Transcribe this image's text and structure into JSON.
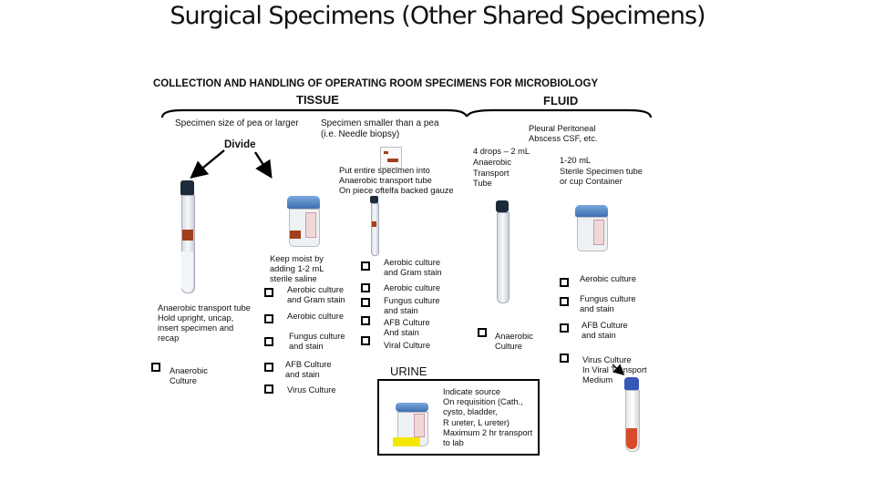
{
  "title": "Surgical Specimens (Other Shared Specimens)",
  "header": "COLLECTION AND HANDLING OF OPERATING ROOM SPECIMENS FOR MICROBIOLOGY",
  "tissue": {
    "label": "TISSUE",
    "pea_or_larger": "Specimen size of pea or larger",
    "smaller_line1": "Specimen smaller than a  pea",
    "smaller_line2": "(i.e. Needle biopsy)",
    "divide": "Divide",
    "put_entire_1": "Put entire specimen into",
    "put_entire_2": "Anaerobic transport tube",
    "put_entire_3": "On piece oftelfa backed gauze",
    "anaerobic_tube_1": "Anaerobic transport tube",
    "anaerobic_tube_2": "Hold upright, uncap,",
    "anaerobic_tube_3": " insert specimen and",
    "anaerobic_tube_4": "recap",
    "anaerobic_culture_1": "Anaerobic",
    "anaerobic_culture_2": "Culture",
    "keep_moist_1": "Keep moist by",
    "keep_moist_2": "adding 1-2 mL",
    "keep_moist_3": "sterile saline",
    "cup_aerobic_1": "Aerobic culture",
    "cup_aerobic_2": "and Gram stain",
    "cup_aerobic_only": "Aerobic culture",
    "cup_fungus_1": "Fungus culture",
    "cup_fungus_2": "and  stain",
    "cup_afb_1": "AFB Culture",
    "cup_afb_2": "and stain",
    "cup_virus": "Virus Culture",
    "small_aerobic_1": "Aerobic culture",
    "small_aerobic_2": "and Gram stain",
    "small_aerobic_only": "Aerobic culture",
    "small_fungus_1": "Fungus culture",
    "small_fungus_2": "and  stain",
    "small_afb_1": "AFB Culture",
    "small_afb_2": "And stain",
    "small_viral": "Viral Culture"
  },
  "fluid": {
    "label": "FLUID",
    "types_1": "Pleural   Peritoneal",
    "types_2": "Abscess   CSF,  etc.",
    "drops_1": "4 drops – 2 mL",
    "drops_2": "Anaerobic",
    "drops_3": "Transport",
    "drops_4": "Tube",
    "sterile_1": "1-20 mL",
    "sterile_2": "Sterile Specimen tube",
    "sterile_3": "or cup Container",
    "anaerobic_culture_1": "Anaerobic",
    "anaerobic_culture_2": "Culture",
    "aerobic": "Aerobic culture",
    "fungus_1": "Fungus culture",
    "fungus_2": "and  stain",
    "afb_1": "AFB Culture",
    "afb_2": "and stain",
    "virus_1": "Virus Culture",
    "virus_2": "In Viral Transport",
    "virus_3": "Medium"
  },
  "urine": {
    "label": "URINE",
    "note_1": "Indicate source",
    "note_2": "On requisition (Cath.,",
    "note_3": "cysto, bladder,",
    "note_4": "R ureter, L ureter)",
    "note_5": "Maximum 2 hr transport",
    "note_6": "to lab"
  },
  "colors": {
    "label_brown": "#a0401a",
    "urine_yellow": "#f2e800",
    "tube_cap": "#1c2a3a",
    "cup_lid": "#5a8fd0",
    "viral_red": "#d84a2c"
  }
}
